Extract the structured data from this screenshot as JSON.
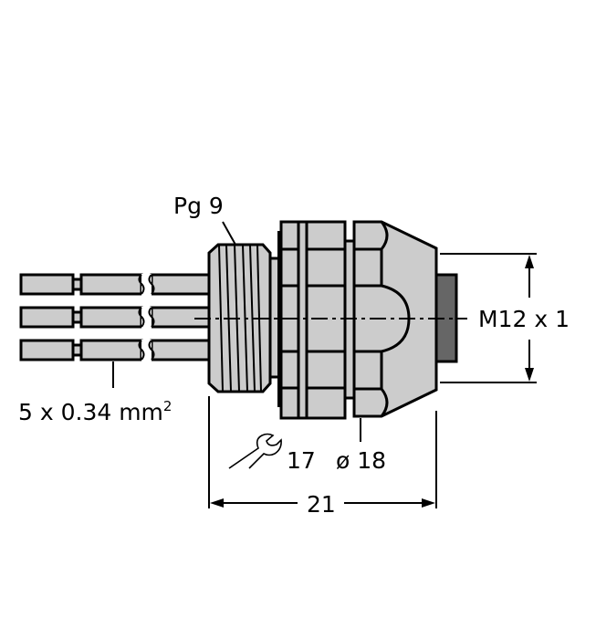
{
  "diagram": {
    "type": "technical-drawing",
    "subject": "M12 connector with Pg 9 gland and cable leads",
    "colors": {
      "body_fill": "#cccccc",
      "insert_fill": "#666666",
      "stroke": "#000000",
      "background": "#ffffff"
    },
    "labels": {
      "thread_gland": "Pg 9",
      "wire_spec": "5 x 0.34 mm",
      "wire_spec_sup": "2",
      "connector_thread": "M12 x 1",
      "wrench_size": "17",
      "diameter": "ø 18",
      "overall_length": "21"
    },
    "icons": {
      "wrench": "wrench-icon"
    }
  }
}
